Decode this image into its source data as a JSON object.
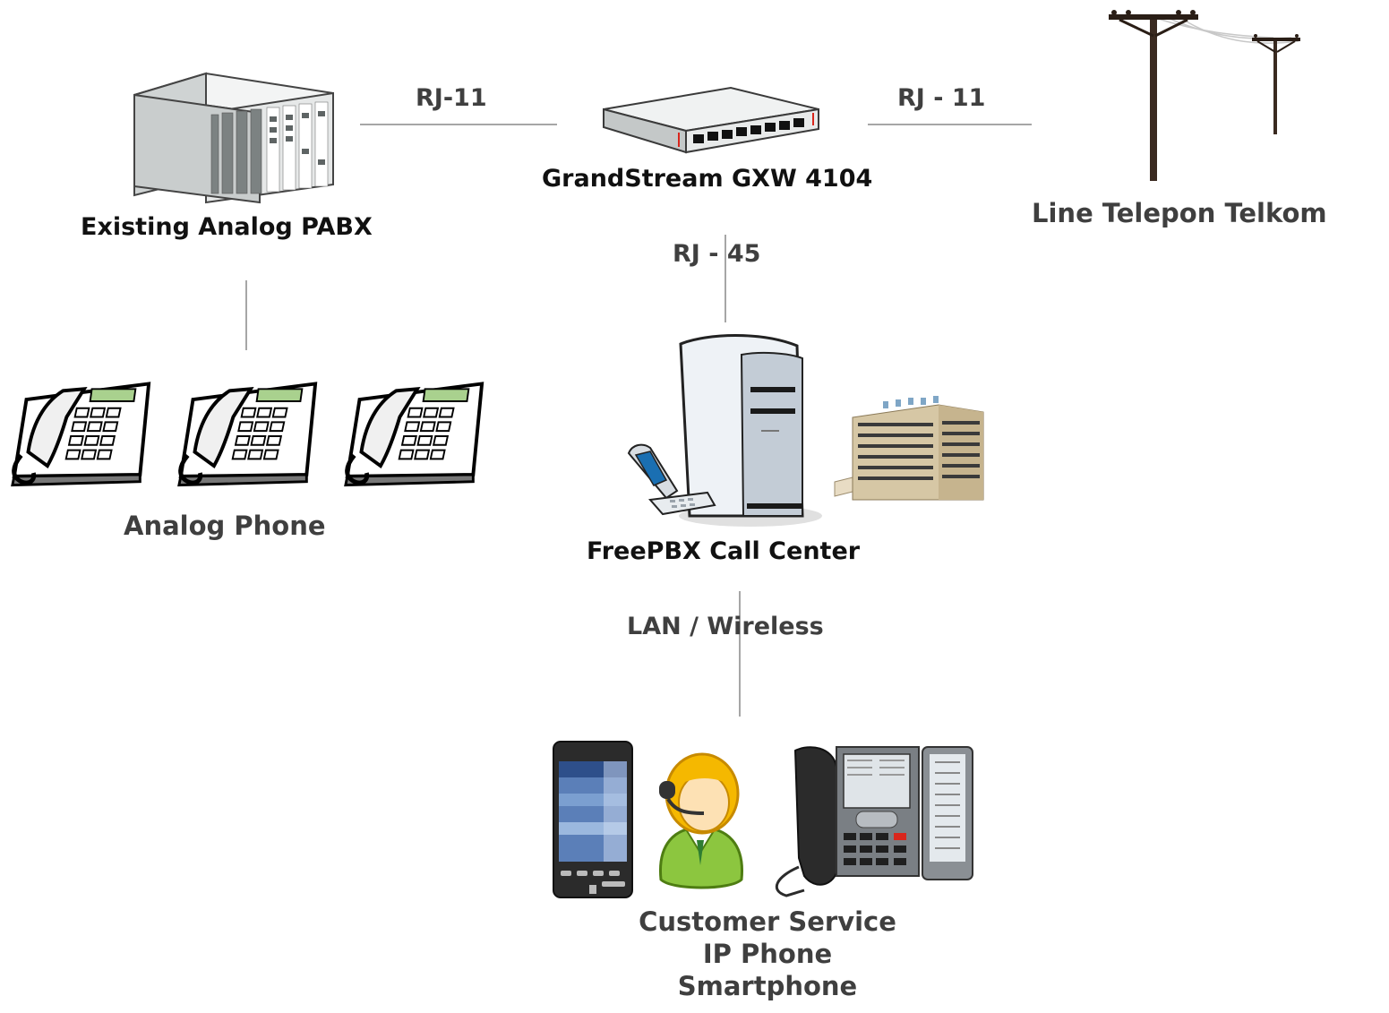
{
  "labels": {
    "pabx": "Existing Analog PABX",
    "gateway": "GrandStream GXW 4104",
    "telkom": "Line Telepon Telkom",
    "analog_phone": "Analog Phone",
    "freepbx": "FreePBX Call Center",
    "customer_service": [
      "Customer Service",
      "IP Phone",
      "Smartphone"
    ]
  },
  "connections": {
    "pabx_gateway": "RJ-11",
    "gateway_telkom": "RJ - 11",
    "gateway_freepbx": "RJ - 45",
    "freepbx_clients": "LAN / Wireless"
  },
  "icons": {
    "pabx": "pabx-rack-icon",
    "gateway": "network-switch-icon",
    "telkom": "telephone-pole-icon",
    "analog_phone": "desk-phone-icon",
    "server": "server-tower-icon",
    "mobile": "flip-phone-icon",
    "building": "office-building-icon",
    "smartphone": "smartphone-icon",
    "agent": "headset-agent-icon",
    "ip_phone": "ip-phone-icon"
  },
  "colors": {
    "line": "#a6a6a6",
    "label_dark": "#111111",
    "label_gray": "#3f3f3f",
    "agent_green": "#8cc63f",
    "agent_hair": "#f5b800",
    "switch_port_red": "#d9261c"
  }
}
